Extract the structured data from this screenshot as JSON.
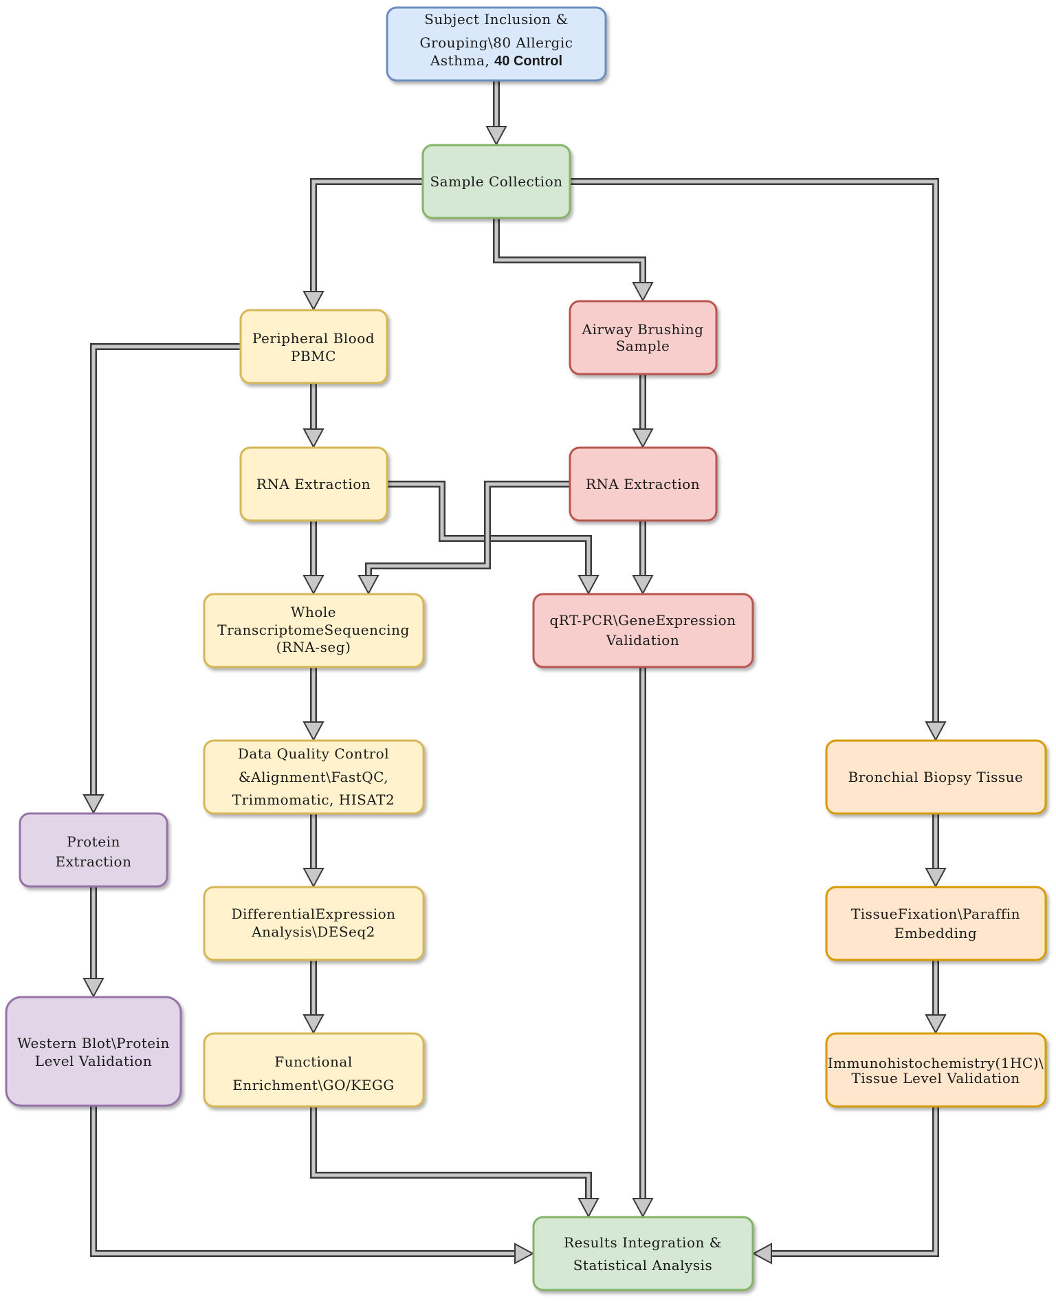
{
  "colors": {
    "blue_fill": "#dae8fc",
    "blue_stroke": "#6c8ebf",
    "green_fill": "#d5e8d4",
    "green_stroke": "#82b366",
    "yellow_fill": "#fff2cc",
    "yellow_stroke": "#d6b656",
    "red_fill": "#f8cecc",
    "red_stroke": "#b85450",
    "purple_fill": "#e1d5e7",
    "purple_stroke": "#9673a6",
    "orange_fill": "#ffe6cc",
    "orange_stroke": "#d79b00",
    "arrow_fill": "#c8c8c8",
    "arrow_stroke": "#3a3a3a"
  },
  "nodes": {
    "subject_inclusion": {
      "line1": "Subject Inclusion &",
      "line2": "Grouping\\80 Allergic",
      "line3_regular": "Asthma, ",
      "line3_bold": "40 Control"
    },
    "sample_collection": {
      "line1": "Sample Collection"
    },
    "peripheral_blood": {
      "line1": "Peripheral Blood",
      "line2": "PBMC"
    },
    "airway_brushing": {
      "line1": "Airway Brushing",
      "line2": "Sample"
    },
    "rna_extraction_blood": {
      "line1": "RNA Extraction"
    },
    "rna_extraction_airway": {
      "line1": "RNA Extraction"
    },
    "whole_transcriptome": {
      "line1": "Whole",
      "line2": "TranscriptomeSequencing",
      "line3": "(RNA-seg)"
    },
    "qrt_pcr": {
      "line1": "qRT-PCR\\GeneExpression",
      "line2": "Validation"
    },
    "data_quality": {
      "line1": "Data Quality Control",
      "line2": "&Alignment\\FastQC,",
      "line3": "Trimmomatic, HISAT2"
    },
    "differential_expression": {
      "line1": "DifferentialExpression",
      "line2": "Analysis\\DESeq2"
    },
    "functional_enrichment": {
      "line1": "Functional",
      "line2": "Enrichment\\GO/KEGG"
    },
    "protein_extraction": {
      "line1": "Protein",
      "line2": "Extraction"
    },
    "western_blot": {
      "line1": "Western Blot\\Protein",
      "line2": "Level Validation"
    },
    "bronchial_biopsy": {
      "line1": "Bronchial Biopsy Tissue"
    },
    "tissue_fixation": {
      "line1": "TissueFixation\\Paraffin",
      "line2": "Embedding"
    },
    "immunohistochemistry": {
      "line1": "Immunohistochemistry(1HC)\\",
      "line2": "Tissue Level Validation"
    },
    "results_integration": {
      "line1": "Results Integration &",
      "line2": "Statistical Analysis"
    }
  }
}
